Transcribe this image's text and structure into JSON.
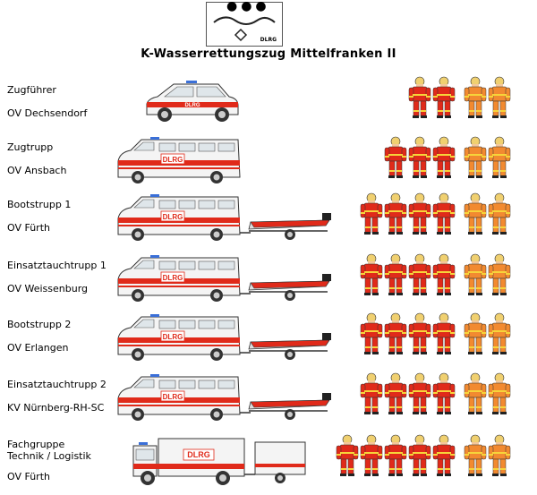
{
  "title": "K-Wasserrettungszug Mittelfranken II",
  "logo": {
    "text": "DLRG",
    "dots": "●●●"
  },
  "vehicle_text": "DLRG",
  "colors": {
    "red": "#e02a1a",
    "orange": "#f28a30",
    "yellow": "#f6d43a",
    "helmet": "#f0d070"
  },
  "rows": [
    {
      "unit": "Zugführer",
      "station": "OV Dechsendorf",
      "red": 2,
      "orange": 2
    },
    {
      "unit": "Zugtrupp",
      "station": "OV Ansbach",
      "red": 3,
      "orange": 2
    },
    {
      "unit": "Bootstrupp 1",
      "station": "OV Fürth",
      "red": 4,
      "orange": 2
    },
    {
      "unit": "Einsatztauchtrupp 1",
      "station": "OV Weissenburg",
      "red": 4,
      "orange": 2
    },
    {
      "unit": "Bootstrupp 2",
      "station": "OV Erlangen",
      "red": 4,
      "orange": 2
    },
    {
      "unit": "Einsatztauchtrupp 2",
      "station": "KV Nürnberg-RH-SC",
      "red": 4,
      "orange": 2
    },
    {
      "unit": "Fachgruppe Technik / Logistik",
      "station": "OV Fürth",
      "red": 5,
      "orange": 2
    }
  ]
}
